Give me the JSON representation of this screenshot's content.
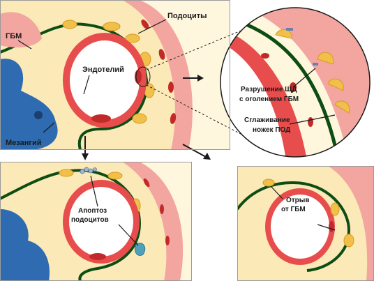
{
  "labels": {
    "podocytes": "Подоциты",
    "gbm": "ГБМ",
    "endothelium": "Эндотелий",
    "mesangium": "Мезангий",
    "zoom_text_1_line1": "Разрушение ЩД",
    "zoom_text_1_line2": "с оголением ГБМ",
    "zoom_text_2_line1": "Сглаживание",
    "zoom_text_2_line2": "ножек ПОД",
    "panel2_line1": "Апоптоз",
    "panel2_line2": "подоцитов",
    "panel3_line1": "Отрыв",
    "panel3_line2": "от ГБМ"
  },
  "colors": {
    "background": "#ffffff",
    "capillary_wall": "#e84d4d",
    "lumen": "#ffffff",
    "gbm": "#0d4d14",
    "podocyte": "#f0c04a",
    "bowman_space": "#f6dd9a",
    "capsule": "#f3a5a0",
    "mesangium": "#2e6bb0",
    "cell_core": "#c22a2a"
  }
}
